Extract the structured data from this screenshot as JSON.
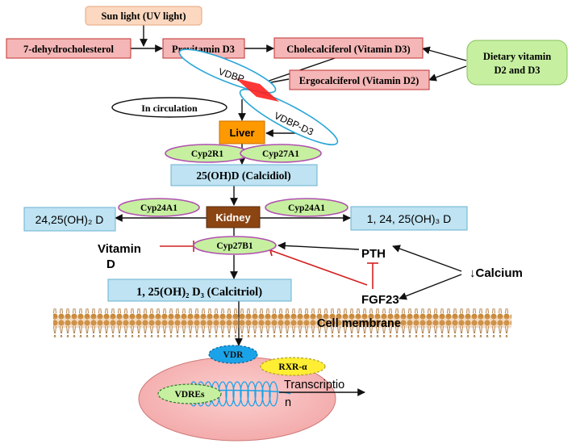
{
  "diagram": {
    "sources": {
      "sunlight": "Sun light  (UV light)",
      "dehydrocholesterol": "7-dehydrocholesterol",
      "previtamin": "Previtamin D3",
      "cholecalciferol": "Cholecalciferol (Vitamin D3)",
      "ergocalciferol": "Ergocalciferol (Vitamin D2)",
      "dietary_line1": "Dietary vitamin",
      "dietary_line2": "D2 and D3"
    },
    "transport": {
      "vdbp": "VDBP",
      "vdbp_d3": "VDBP-D3",
      "in_circulation": "In circulation"
    },
    "liver": {
      "label": "Liver",
      "enzyme_1": "Cyp2R1",
      "enzyme_2": "Cyp27A1",
      "product": "25(OH)D (Calcidiol)"
    },
    "kidney": {
      "label": "Kidney",
      "enzyme_left": "Cyp24A1",
      "enzyme_right": "Cyp24A1",
      "product_left": "24,25(OH)₂ D",
      "product_right": "1, 24, 25(OH)₃ D",
      "enzyme_center": "Cyp27B1"
    },
    "regulators": {
      "vitamin_line1": "Vitamin",
      "vitamin_line2": "D",
      "pth": "PTH",
      "fgf23": "FGF23",
      "calcium": "↓Calcium"
    },
    "calcitriol": "1, 25(OH)₂ D₃ (Calcitriol)",
    "cell_membrane": "Cell membrane",
    "nucleus": {
      "vdr": "VDR",
      "rxr": "RXR-α",
      "vdres": "VDREs",
      "transcription_line1": "Transcriptio",
      "transcription_line2": "n"
    },
    "colors": {
      "pink_box": "#f4b6b6",
      "blue_box": "#bfe3f2",
      "green": "#c6f0a0",
      "orange": "#ff9900",
      "kidney_brown": "#8b4513",
      "inhibit_red": "#d42020",
      "nucleus": "#f7b8b8",
      "vdr_blue": "#1aa3e8",
      "rxr_yellow": "#ffee33"
    }
  }
}
